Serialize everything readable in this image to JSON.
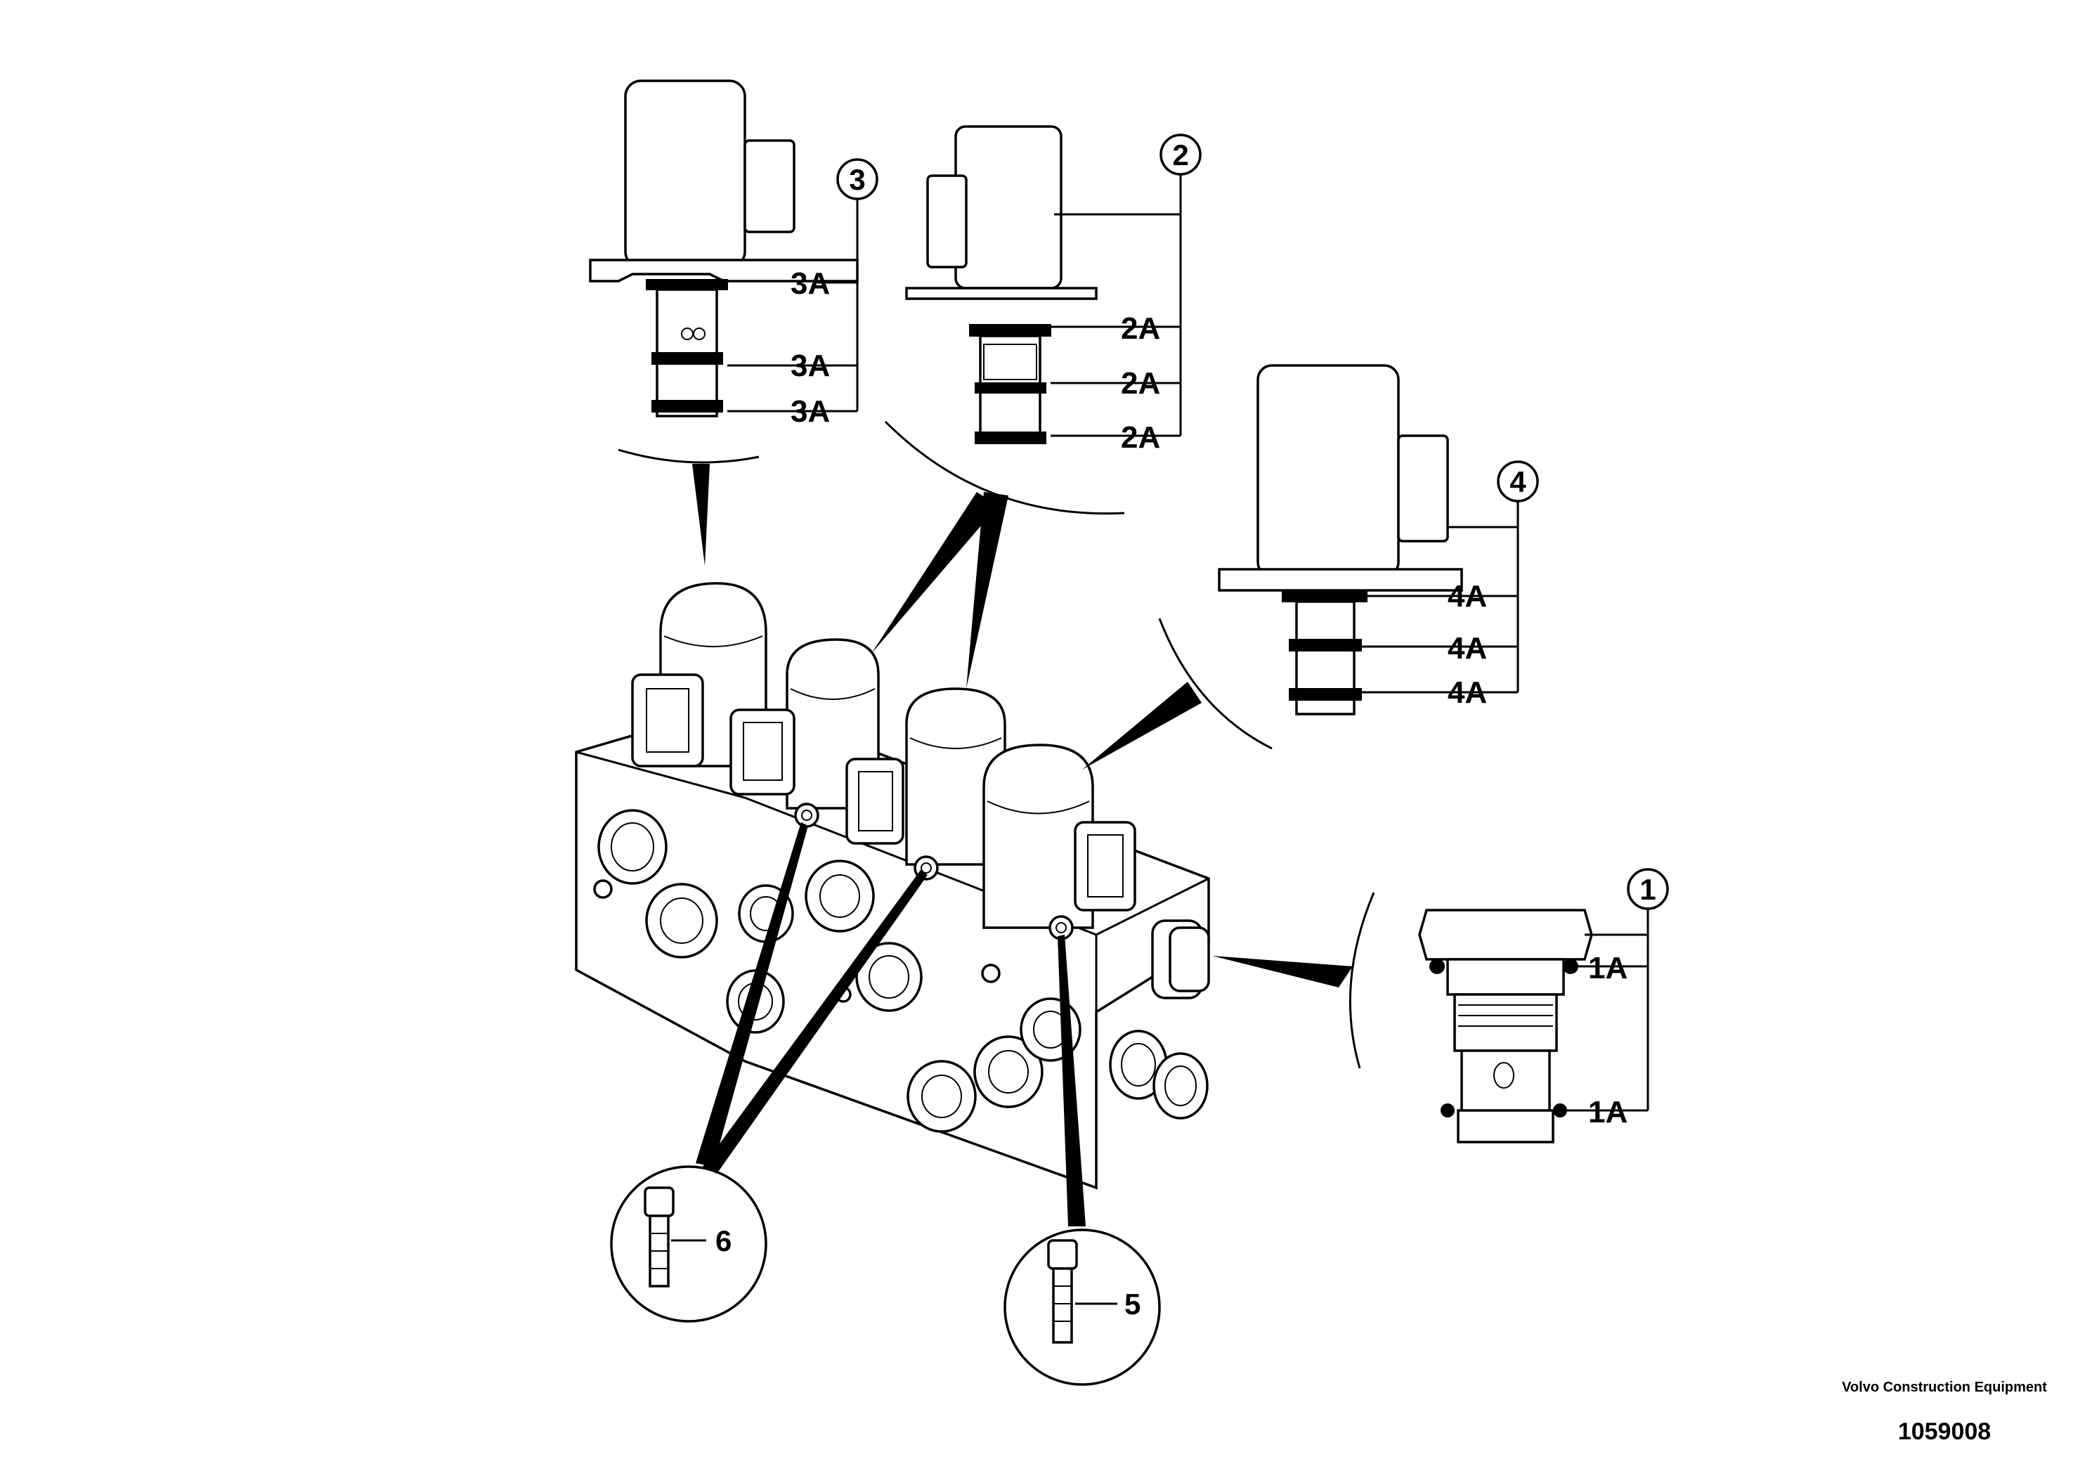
{
  "callouts": {
    "c1": "1",
    "c2": "2",
    "c3": "3",
    "c4": "4",
    "c5": "5",
    "c6": "6"
  },
  "sublabels": {
    "s1a": "1A",
    "s2a": "2A",
    "s3a": "3A",
    "s4a": "4A"
  },
  "footer": {
    "company": "Volvo Construction Equipment",
    "number": "1059008"
  }
}
